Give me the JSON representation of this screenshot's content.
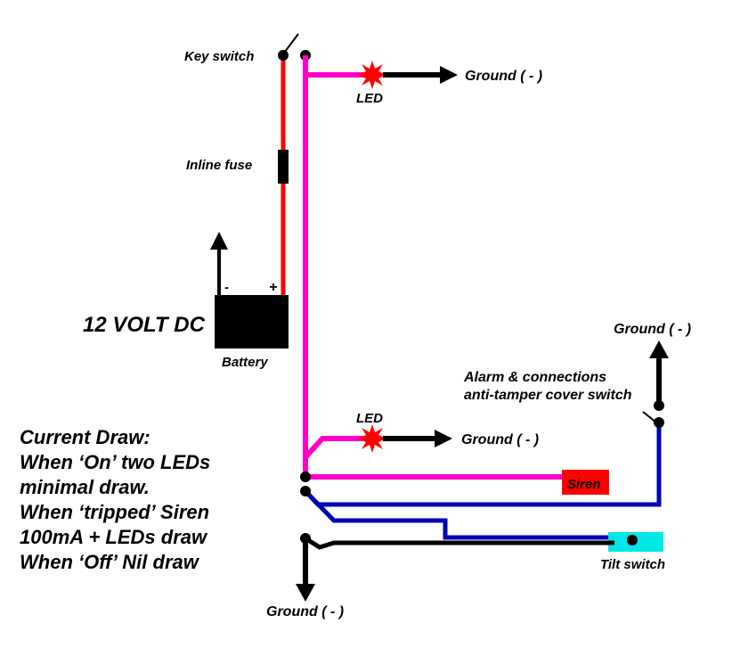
{
  "labels": {
    "key_switch": "Key switch",
    "led_top": "LED",
    "ground_top": "Ground ( - )",
    "inline_fuse": "Inline fuse",
    "battery_minus": "-",
    "battery_plus": "+",
    "voltage": "12 VOLT DC",
    "battery": "Battery",
    "ground_right": "Ground ( - )",
    "alarm_cover_line1": "Alarm & connections",
    "alarm_cover_line2": "anti-tamper cover switch",
    "led_mid": "LED",
    "ground_mid": "Ground ( - )",
    "siren": "Siren",
    "tilt_switch": "Tilt switch",
    "ground_bottom": "Ground ( - )"
  },
  "notes": {
    "current_draw": [
      "Current Draw:",
      "When ‘On’ two LEDs",
      "minimal draw.",
      "When ‘tripped’ Siren",
      "100mA + LEDs draw",
      "When ‘Off’ Nil draw"
    ]
  },
  "colors": {
    "positive_wire": "#ff0000",
    "switched_wire": "#ff00cc",
    "signal_wire": "#0000b4",
    "ground_wire": "#000000",
    "led": "#ff0000",
    "siren": "#ff0000",
    "tilt_switch": "#00e5e5",
    "battery": "#000000"
  }
}
